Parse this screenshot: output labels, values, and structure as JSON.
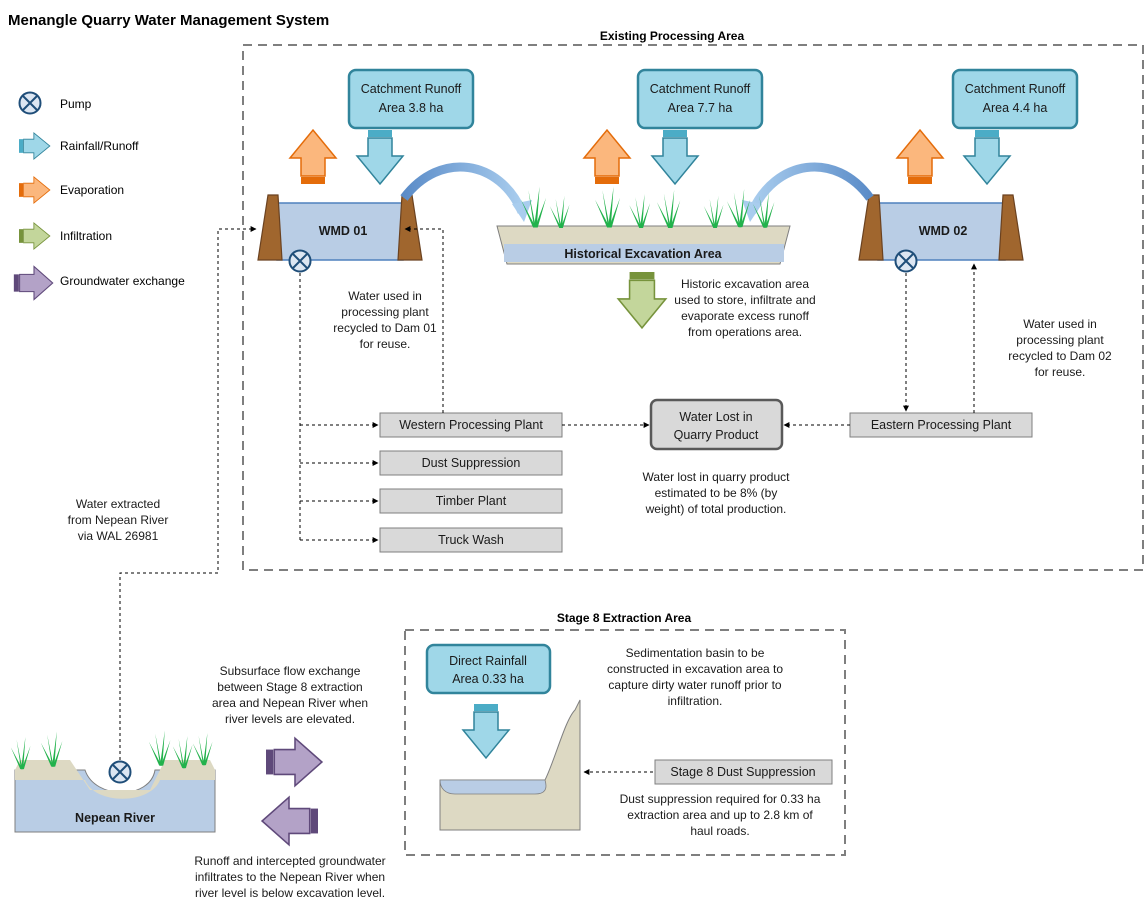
{
  "title": "Menangle Quarry Water Management System",
  "legend": {
    "pump": "Pump",
    "rainfall": "Rainfall/Runoff",
    "evaporation": "Evaporation",
    "infiltration": "Infiltration",
    "groundwater": "Groundwater exchange"
  },
  "existing_area": {
    "title": "Existing Processing Area",
    "catchment_1": {
      "line1": "Catchment Runoff",
      "line2": "Area 3.8 ha"
    },
    "catchment_2": {
      "line1": "Catchment Runoff",
      "line2": "Area 7.7 ha"
    },
    "catchment_3": {
      "line1": "Catchment Runoff",
      "line2": "Area 4.4 ha"
    },
    "wmd01": "WMD 01",
    "wmd02": "WMD 02",
    "historical": "Historical Excavation Area",
    "historical_note": [
      "Historic excavation area",
      "used to store, infiltrate and",
      "evaporate excess runoff",
      "from operations area."
    ],
    "recycle_01_note": [
      "Water used in",
      "processing plant",
      "recycled to Dam 01",
      "for reuse."
    ],
    "recycle_02_note": [
      "Water used in",
      "processing plant",
      "recycled to Dam 02",
      "for reuse."
    ],
    "western_plant": "Western Processing Plant",
    "dust_suppression": "Dust Suppression",
    "timber_plant": "Timber Plant",
    "truck_wash": "Truck Wash",
    "eastern_plant": "Eastern Processing Plant",
    "water_lost": {
      "line1": "Water Lost in",
      "line2": "Quarry Product"
    },
    "water_lost_note": [
      "Water lost in quarry product",
      "estimated to be 8% (by",
      "weight) of total production."
    ]
  },
  "extraction_note": [
    "Water extracted",
    "from Nepean River",
    "via WAL 26981"
  ],
  "river": {
    "label": "Nepean River",
    "subsurface_note": [
      "Subsurface flow exchange",
      "between Stage 8 extraction",
      "area and Nepean River when",
      "river levels are elevated."
    ],
    "runoff_note": [
      "Runoff and intercepted groundwater",
      "infiltrates to the Nepean River when",
      "river level is below excavation level."
    ]
  },
  "stage8": {
    "title": "Stage 8 Extraction Area",
    "rainfall": {
      "line1": "Direct Rainfall",
      "line2": "Area 0.33 ha"
    },
    "basin_note": [
      "Sedimentation basin to be",
      "constructed in excavation area to",
      "capture dirty water runoff prior to",
      "infiltration."
    ],
    "dust": "Stage 8 Dust Suppression",
    "dust_note": [
      "Dust suppression required for 0.33 ha",
      "extraction area and up to 2.8 km of",
      "haul roads."
    ]
  },
  "colors": {
    "rain_fill": "#9fd7e8",
    "rain_stroke": "#31849b",
    "rain_band": "#4bacc6",
    "evap_fill": "#fbb77d",
    "evap_stroke": "#e46c0a",
    "infil_fill": "#c3d69b",
    "infil_stroke": "#77933c",
    "gw_fill": "#b3a2c7",
    "gw_stroke": "#5f497a",
    "water": "#b9cde5",
    "soil": "#ddd9c3",
    "dam_wall": "#a0662e",
    "box_gray": "#d9d9d9",
    "pump": "#1f4e79"
  },
  "icons": [
    "pump-icon",
    "rainfall-arrow-icon",
    "evaporation-arrow-icon",
    "infiltration-arrow-icon",
    "groundwater-arrow-icon",
    "grass-icon"
  ]
}
